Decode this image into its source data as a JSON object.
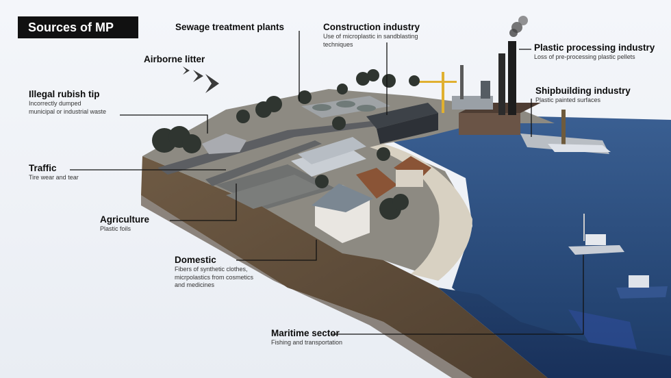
{
  "title": "Sources of MP",
  "labels": {
    "sewage": {
      "heading": "Sewage treatment plants",
      "desc": ""
    },
    "construction": {
      "heading": "Construction industry",
      "desc": "Use of microplastic in sandblasting\ntechniques"
    },
    "plastic_processing": {
      "heading": "Plastic processing industry",
      "desc": "Loss of pre-processing  plastic pellets"
    },
    "shipbuilding": {
      "heading": "Shipbuilding industry",
      "desc": "Plastic painted surfaces"
    },
    "airborne": {
      "heading": "Airborne litter",
      "desc": ""
    },
    "illegal_tip": {
      "heading": "Illegal rubish tip",
      "desc": "Incorrectly dumped\nmunicipal or industrial waste"
    },
    "traffic": {
      "heading": "Traffic",
      "desc": "Tire wear and tear"
    },
    "agriculture": {
      "heading": "Agriculture",
      "desc": "Plastic foils"
    },
    "domestic": {
      "heading": "Domestic",
      "desc": "Fibers of synthetic  clothes,\nmicrpolastics from cosmetics\nand medicines"
    },
    "maritime": {
      "heading": "Maritime sector",
      "desc": "Fishing and transportation"
    }
  },
  "colors": {
    "title_bg": "#111111",
    "title_text": "#ffffff",
    "sea": "#1f3f6e",
    "soil": "#6b5a46",
    "ground": "#8a857c"
  }
}
